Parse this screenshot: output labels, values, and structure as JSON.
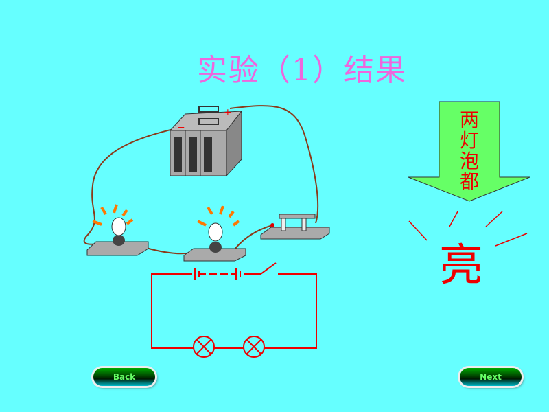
{
  "title": "实验（1）结果",
  "arrow_label": "两灯泡都",
  "result": "亮",
  "nav": {
    "back": "Back",
    "next": "Next"
  },
  "colors": {
    "background": "#66FFFF",
    "title": "#EE66DD",
    "result": "#EE0000",
    "arrow": "#66FF66",
    "wire": "#8B3A1A"
  }
}
